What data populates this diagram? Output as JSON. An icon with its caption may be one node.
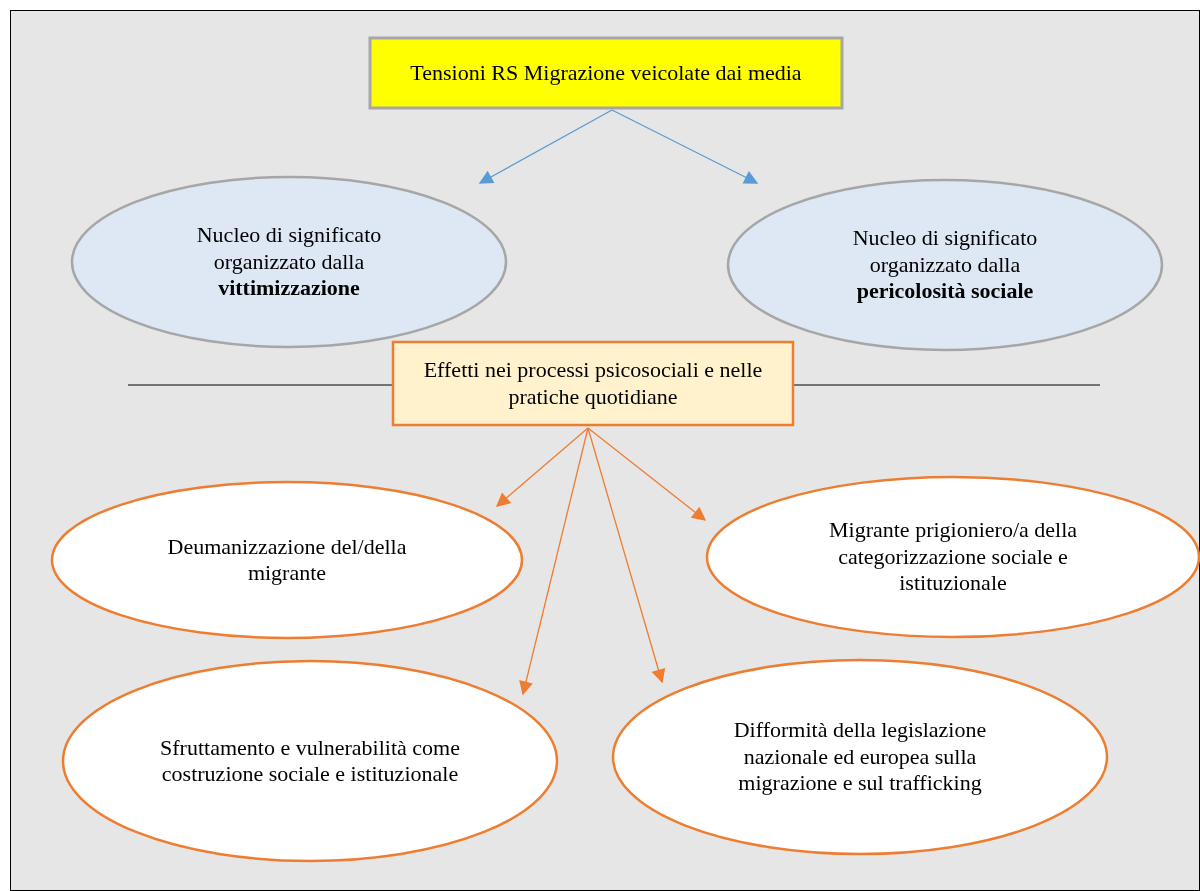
{
  "diagram": {
    "nodes": [
      {
        "text": [
          "Tensioni RS Migrazione veicolate dai media"
        ]
      },
      {
        "text": [
          "Nucleo di significato organizzato dalla **vittimizzazione**"
        ]
      },
      {
        "text": [
          "Nucleo di significato organizzato dalla **pericolosità sociale**"
        ]
      },
      {
        "text": [
          "Effetti nei processi psicosociali e nelle pratiche quotidiane"
        ]
      },
      {
        "text": [
          "Deumanizzazione del/della migrante"
        ]
      },
      {
        "text": [
          "Migrante prigioniero/a della categorizzazione sociale e istituzionale"
        ]
      },
      {
        "text": [
          "Sfruttamento e vulnerabilità come costruzione sociale e istituzionale"
        ]
      },
      {
        "text": [
          "Difformità della legislazione nazionale ed europea sulla migrazione e sul trafficking"
        ]
      }
    ],
    "edges": [
      {
        "from": 0,
        "to": 1,
        "arrow": "to",
        "color": "#5b9bd5"
      },
      {
        "from": 0,
        "to": 2,
        "arrow": "to",
        "color": "#5b9bd5"
      },
      {
        "from": 3,
        "to": 4,
        "arrow": "to"
      },
      {
        "from": 3,
        "to": 6,
        "arrow": "to"
      },
      {
        "from": 3,
        "to": 7,
        "arrow": "to"
      },
      {
        "from": 3,
        "to": 5,
        "arrow": "to"
      }
    ]
  }
}
